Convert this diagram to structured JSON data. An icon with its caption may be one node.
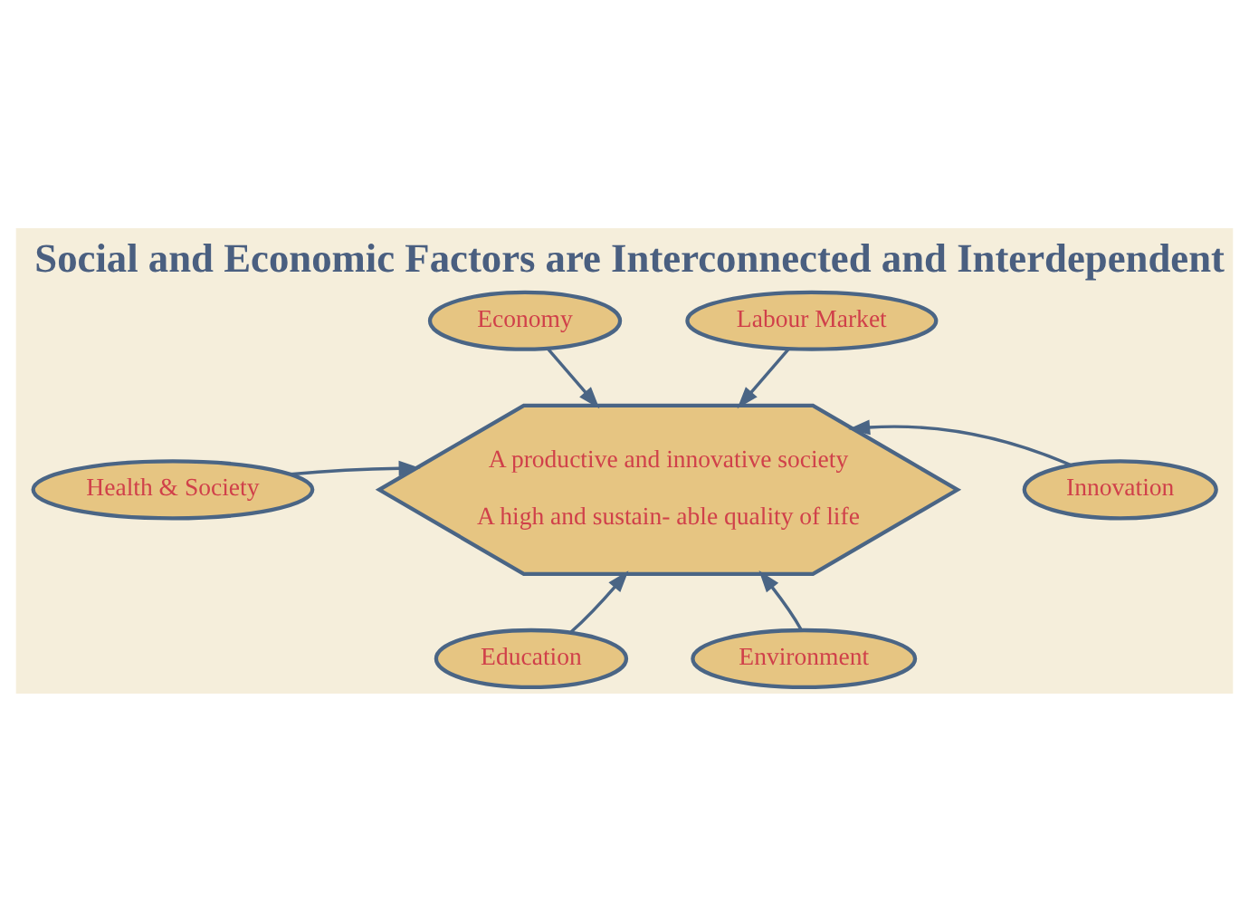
{
  "diagram": {
    "title": "Social and Economic Factors are Interconnected and Interdependent",
    "nodes": [
      {
        "text": [
          "A productive and innovative society",
          "A high and sustain- able quality of life"
        ]
      },
      {
        "text": [
          "Economy"
        ]
      },
      {
        "text": [
          "Labour Market"
        ]
      },
      {
        "text": [
          "Health & Society"
        ]
      },
      {
        "text": [
          "Innovation"
        ]
      },
      {
        "text": [
          "Education"
        ]
      },
      {
        "text": [
          "Environment"
        ]
      }
    ],
    "edges": [
      {
        "from": 1,
        "to": 0,
        "arrow": "to"
      },
      {
        "from": 2,
        "to": 0,
        "arrow": "to"
      },
      {
        "from": 3,
        "to": 0,
        "arrow": "to"
      },
      {
        "from": 4,
        "to": 0,
        "arrow": "to"
      },
      {
        "from": 5,
        "to": 0,
        "arrow": "to"
      },
      {
        "from": 6,
        "to": 0,
        "arrow": "to"
      }
    ]
  }
}
